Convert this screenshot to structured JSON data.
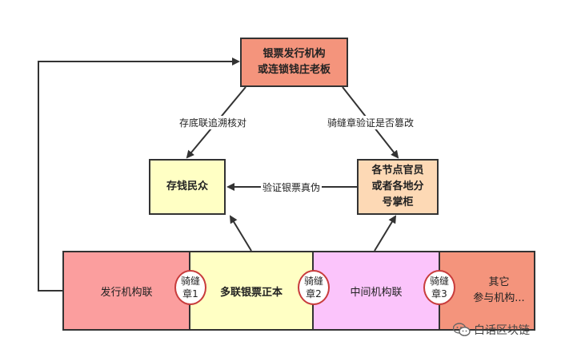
{
  "nodes": {
    "top": "银票发行机构\n或连锁钱庄老板",
    "depositor": "存钱民众",
    "branch": "各节点官员\n或者各地分\n号掌柜"
  },
  "edges": {
    "audit": "存底联追溯核对",
    "tamper_check": "骑缝章验证是否篡改",
    "verify": "验证银票真伪"
  },
  "bands": {
    "issuer": "发行机构联",
    "main": "多联银票正本",
    "middle": "中间机构联",
    "other": "其它\n参与机构..."
  },
  "seals": [
    "骑缝\n章1",
    "骑缝\n章2",
    "骑缝\n章3"
  ],
  "watermark": "白话区块链",
  "colors": {
    "top": "#f4947c",
    "depositor": "#ffffc4",
    "branch": "#fdd9b5",
    "band_issuer": "#fb9e9e",
    "band_middle": "#fbc4fb",
    "seal_border": "#c83c3c"
  },
  "icons": {
    "watermark": "wechat-icon"
  }
}
